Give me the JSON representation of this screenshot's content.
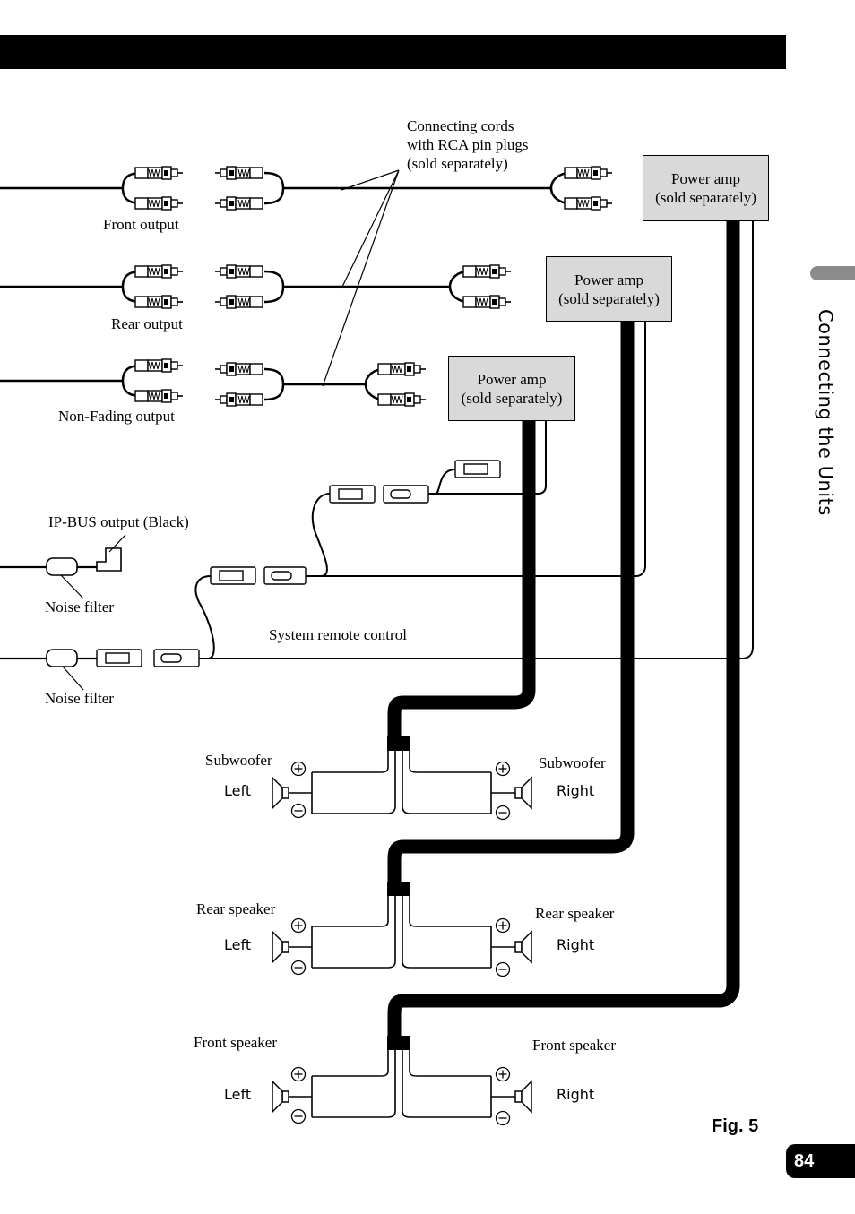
{
  "side_title": "Connecting the Units",
  "page_number": "84",
  "figure_label": "Fig. 5",
  "rca_note": [
    "Connecting cords",
    "with RCA pin plugs",
    "(sold separately)"
  ],
  "outputs": {
    "front": "Front output",
    "rear": "Rear output",
    "non_fading": "Non-Fading output",
    "ipbus": "IP-BUS output (Black)"
  },
  "noise_filter": "Noise filter",
  "system_remote": "System remote control",
  "power_amp": {
    "line1": "Power amp",
    "line2": "(sold separately)"
  },
  "speakers": {
    "subwoofer": "Subwoofer",
    "rear": "Rear speaker",
    "front": "Front speaker",
    "left": "Left",
    "right": "Right"
  }
}
